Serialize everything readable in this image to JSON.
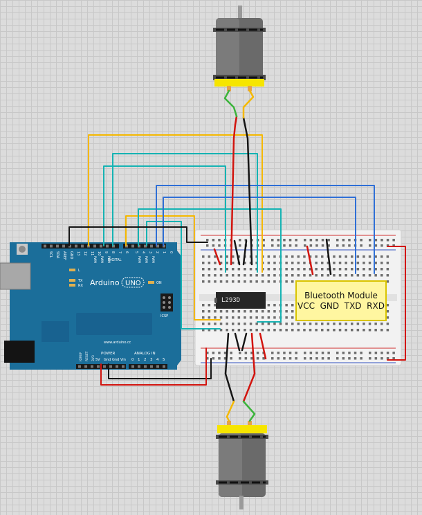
{
  "arduino": {
    "logo": "Arduino",
    "model": "UNO",
    "url": "www.arduino.cc",
    "on_label": "ON",
    "l_label": "L",
    "tx_label": "TX",
    "rx_label": "RX",
    "icsp_label": "ICSP",
    "digital_label": "DIGITAL",
    "power_label": "POWER",
    "analog_label": "ANALOG IN",
    "top_pins": [
      "SCL",
      "SDA",
      "AREF",
      "GND",
      "13",
      "12",
      "11",
      "10",
      "9",
      "8",
      "7",
      "6",
      "5",
      "4",
      "3",
      "2",
      "1",
      "0"
    ],
    "pwm_label": "PWM",
    "power_pins": [
      "IOREF",
      "RESET",
      "3V3",
      "5V",
      "Gnd",
      "Gnd",
      "Vin"
    ],
    "analog_pins": [
      "0",
      "1",
      "2",
      "3",
      "4",
      "5"
    ]
  },
  "chip": {
    "label": "L293D"
  },
  "bluetooth": {
    "title": "Bluetooth Module",
    "pins": "VCC  GND  TXD  RXD"
  },
  "colors": {
    "yellow": "#f5b800",
    "teal": "#15b3b3",
    "blue": "#2f6fd6",
    "red": "#d2140e",
    "black": "#151515",
    "green": "#3cb43c",
    "board": "#1b6e9a"
  }
}
